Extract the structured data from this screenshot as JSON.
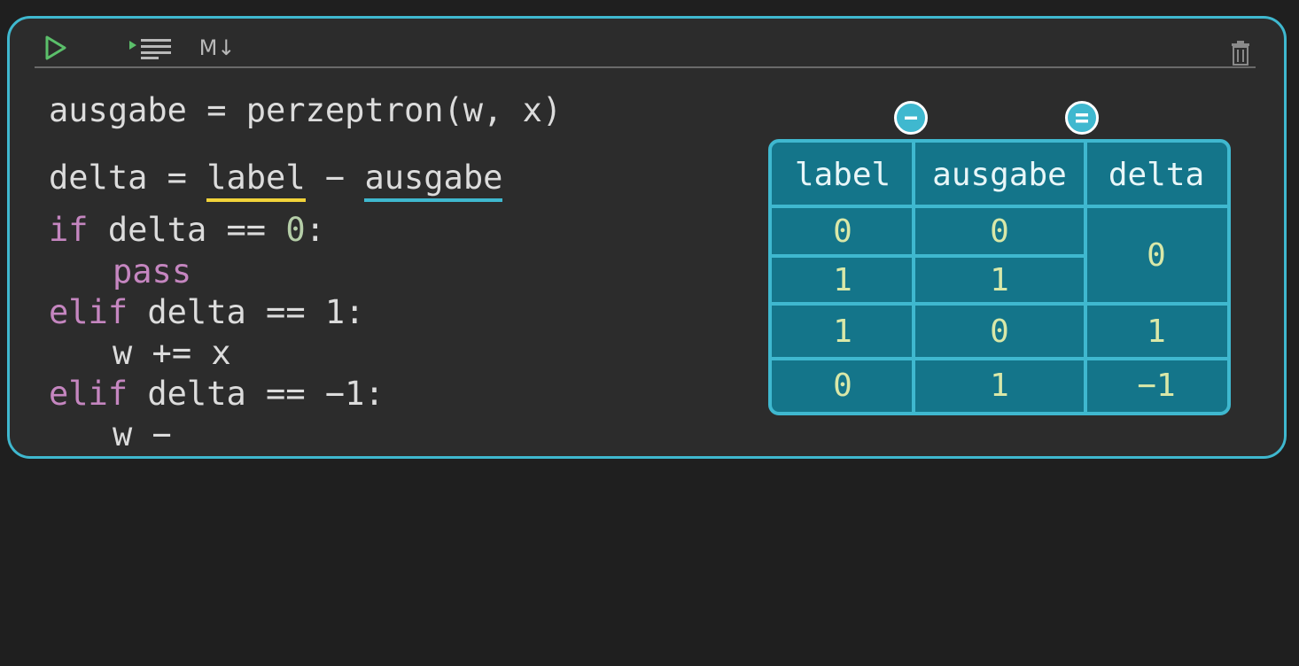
{
  "toolbar": {
    "markdown_label": "M↓"
  },
  "code": {
    "line1": "ausgabe = perzeptron(w, x)",
    "line2_prefix": "delta = ",
    "line2_label": "label",
    "line2_mid": " − ",
    "line2_ausgabe": "ausgabe",
    "line3_kw": "if",
    "line3_rest": " delta == ",
    "line3_num": "0",
    "line3_colon": ":",
    "line4_kw": "pass",
    "line5_kw": "elif",
    "line5_rest": " delta == 1:",
    "line6": "w += x",
    "line7_kw": "elif",
    "line7_rest": " delta == −1:",
    "line8": "w −"
  },
  "table": {
    "headers": [
      "label",
      "ausgabe",
      "delta"
    ],
    "rows": [
      [
        "0",
        "0",
        "0"
      ],
      [
        "1",
        "1",
        ""
      ],
      [
        "1",
        "0",
        "1"
      ],
      [
        "0",
        "1",
        "−1"
      ]
    ]
  },
  "icons": {
    "run": "play-icon",
    "run_below": "run-below-icon",
    "delete": "trash-icon",
    "minus": "minus-circle-icon",
    "equals": "equals-circle-icon"
  },
  "colors": {
    "accent": "#3fb8cf",
    "table_fill": "#14758a",
    "keyword": "#c586c0",
    "label_underline": "#f2d33a",
    "run_icon": "#5bbf6a"
  }
}
